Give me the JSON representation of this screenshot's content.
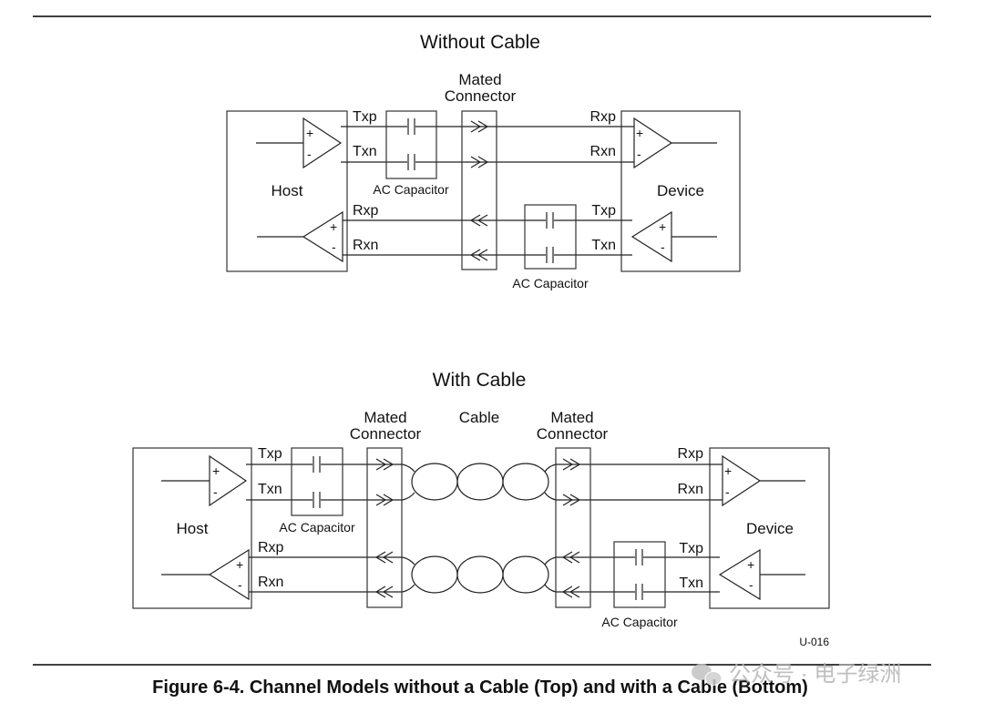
{
  "top": {
    "title": "Without Cable",
    "connector_label": [
      "Mated",
      "Connector"
    ],
    "host_label": "Host",
    "device_label": "Device",
    "signals": {
      "host_tx_p": "Txp",
      "host_tx_n": "Txn",
      "host_rx_p": "Rxp",
      "host_rx_n": "Rxn",
      "dev_rx_p": "Rxp",
      "dev_rx_n": "Rxn",
      "dev_tx_p": "Txp",
      "dev_tx_n": "Txn"
    },
    "cap_label_1": "AC Capacitor",
    "cap_label_2": "AC Capacitor"
  },
  "bottom": {
    "title": "With Cable",
    "connector_left_label": [
      "Mated",
      "Connector"
    ],
    "connector_right_label": [
      "Mated",
      "Connector"
    ],
    "cable_label": "Cable",
    "host_label": "Host",
    "device_label": "Device",
    "signals": {
      "host_tx_p": "Txp",
      "host_tx_n": "Txn",
      "host_rx_p": "Rxp",
      "host_rx_n": "Rxn",
      "dev_rx_p": "Rxp",
      "dev_rx_n": "Rxn",
      "dev_tx_p": "Txp",
      "dev_tx_n": "Txn"
    },
    "cap_label_1": "AC Capacitor",
    "cap_label_2": "AC Capacitor"
  },
  "amp_signs": {
    "plus": "+",
    "minus": "-"
  },
  "figure_code": "U-016",
  "caption": "Figure 6-4.  Channel Models without a Cable (Top) and with a Cable (Bottom)",
  "watermark": "公众号 · 电子绿洲"
}
